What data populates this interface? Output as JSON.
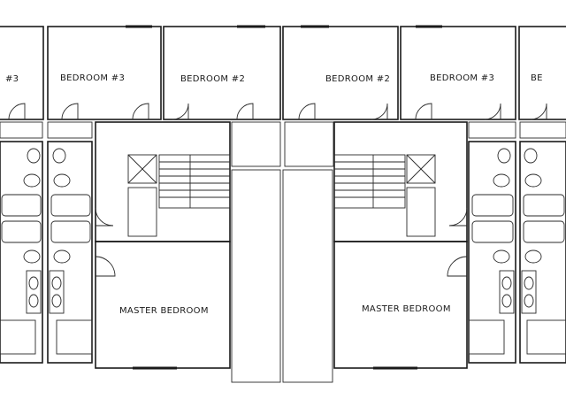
{
  "plan": {
    "rooms": [
      {
        "id": "left-unit-bedroom-3-partial",
        "label": "#3"
      },
      {
        "id": "left-unit-bedroom-3",
        "label": "BEDROOM #3"
      },
      {
        "id": "left-unit-bedroom-2",
        "label": "BEDROOM #2"
      },
      {
        "id": "right-unit-bedroom-2",
        "label": "BEDROOM #2"
      },
      {
        "id": "right-unit-bedroom-3",
        "label": "BEDROOM #3"
      },
      {
        "id": "right-unit-bedroom-partial",
        "label": "BE"
      },
      {
        "id": "left-unit-master-bedroom",
        "label": "MASTER BEDROOM"
      },
      {
        "id": "right-unit-master-bedroom",
        "label": "MASTER BEDROOM"
      }
    ]
  }
}
